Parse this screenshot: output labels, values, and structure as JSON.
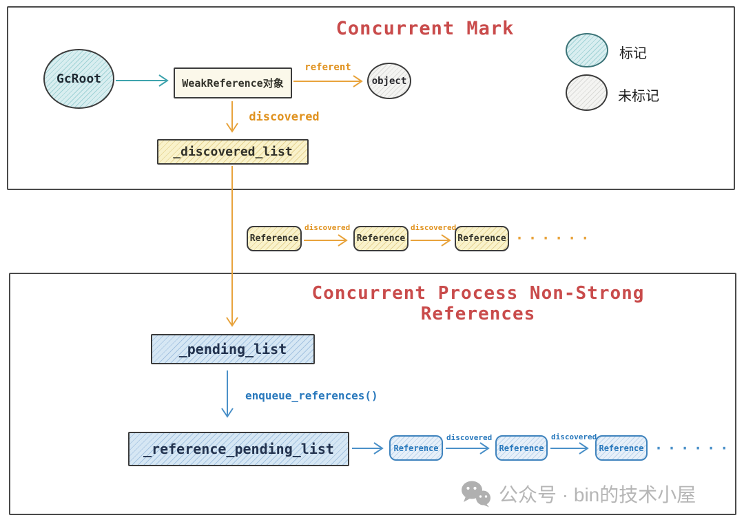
{
  "top_section": {
    "title": "Concurrent Mark",
    "gcroot_label": "GcRoot",
    "weakref_label": "WeakReference对象",
    "referent_label": "referent",
    "object_label": "object",
    "discovered_label": "discovered",
    "discovered_list_label": "_discovered_list",
    "legend": {
      "marked_label": "标记",
      "unmarked_label": "未标记"
    }
  },
  "middle_chain": {
    "nodes": [
      "Reference",
      "Reference",
      "Reference"
    ],
    "edge_label": "discovered",
    "ellipsis": "······"
  },
  "bottom_section": {
    "title": "Concurrent Process Non-Strong References",
    "pending_list_label": "_pending_list",
    "enqueue_label": "enqueue_references()",
    "reference_pending_list_label": "_reference_pending_list",
    "chain": {
      "nodes": [
        "Reference",
        "Reference",
        "Reference"
      ],
      "edge_label": "discovered",
      "ellipsis": "······"
    }
  },
  "watermark": {
    "icon": "wechat-icon",
    "text": "公众号 · bin的技术小屋"
  },
  "colors": {
    "title_red": "#c94b4b",
    "orange_arrow": "#e8a33c",
    "orange_label": "#e0921f",
    "teal_arrow": "#3ea3ad",
    "blue_arrow": "#4a90c8",
    "blue_label": "#2878bc",
    "marked_fill": "#d9eef0",
    "unmarked_fill": "#f4f4f2",
    "yellow_fill": "#f9f2cb",
    "cream_fill": "#fbf8ea",
    "blue_fill": "#d6e7f4",
    "watermark_gray": "#b6b6b6"
  }
}
